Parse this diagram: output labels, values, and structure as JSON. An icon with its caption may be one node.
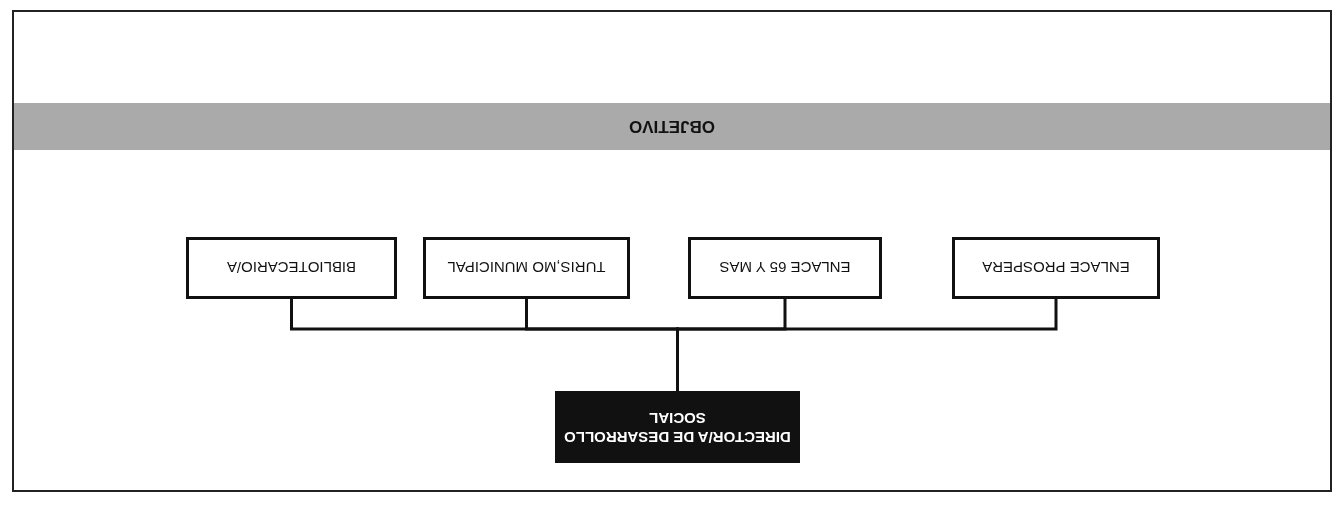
{
  "diagram": {
    "nodes": [
      {
        "text": [
          "DIRECTOR/A DE DESARROLLO SOCIAL"
        ]
      },
      {
        "text": [
          "ENLACE PROSPERA"
        ]
      },
      {
        "text": [
          "ENLACE 65 Y MAS"
        ]
      },
      {
        "text": [
          "TURIS,MO MUNICIPAL"
        ]
      },
      {
        "text": [
          "BIBLIOTECARIO/A"
        ]
      },
      {
        "text": [
          "OBJETIVO"
        ]
      }
    ],
    "edges": [
      {
        "from": 0,
        "to": 1,
        "arrow": "none"
      },
      {
        "from": 0,
        "to": 2,
        "arrow": "none"
      },
      {
        "from": 0,
        "to": 3,
        "arrow": "none"
      },
      {
        "from": 0,
        "to": 4,
        "arrow": "none"
      }
    ]
  }
}
